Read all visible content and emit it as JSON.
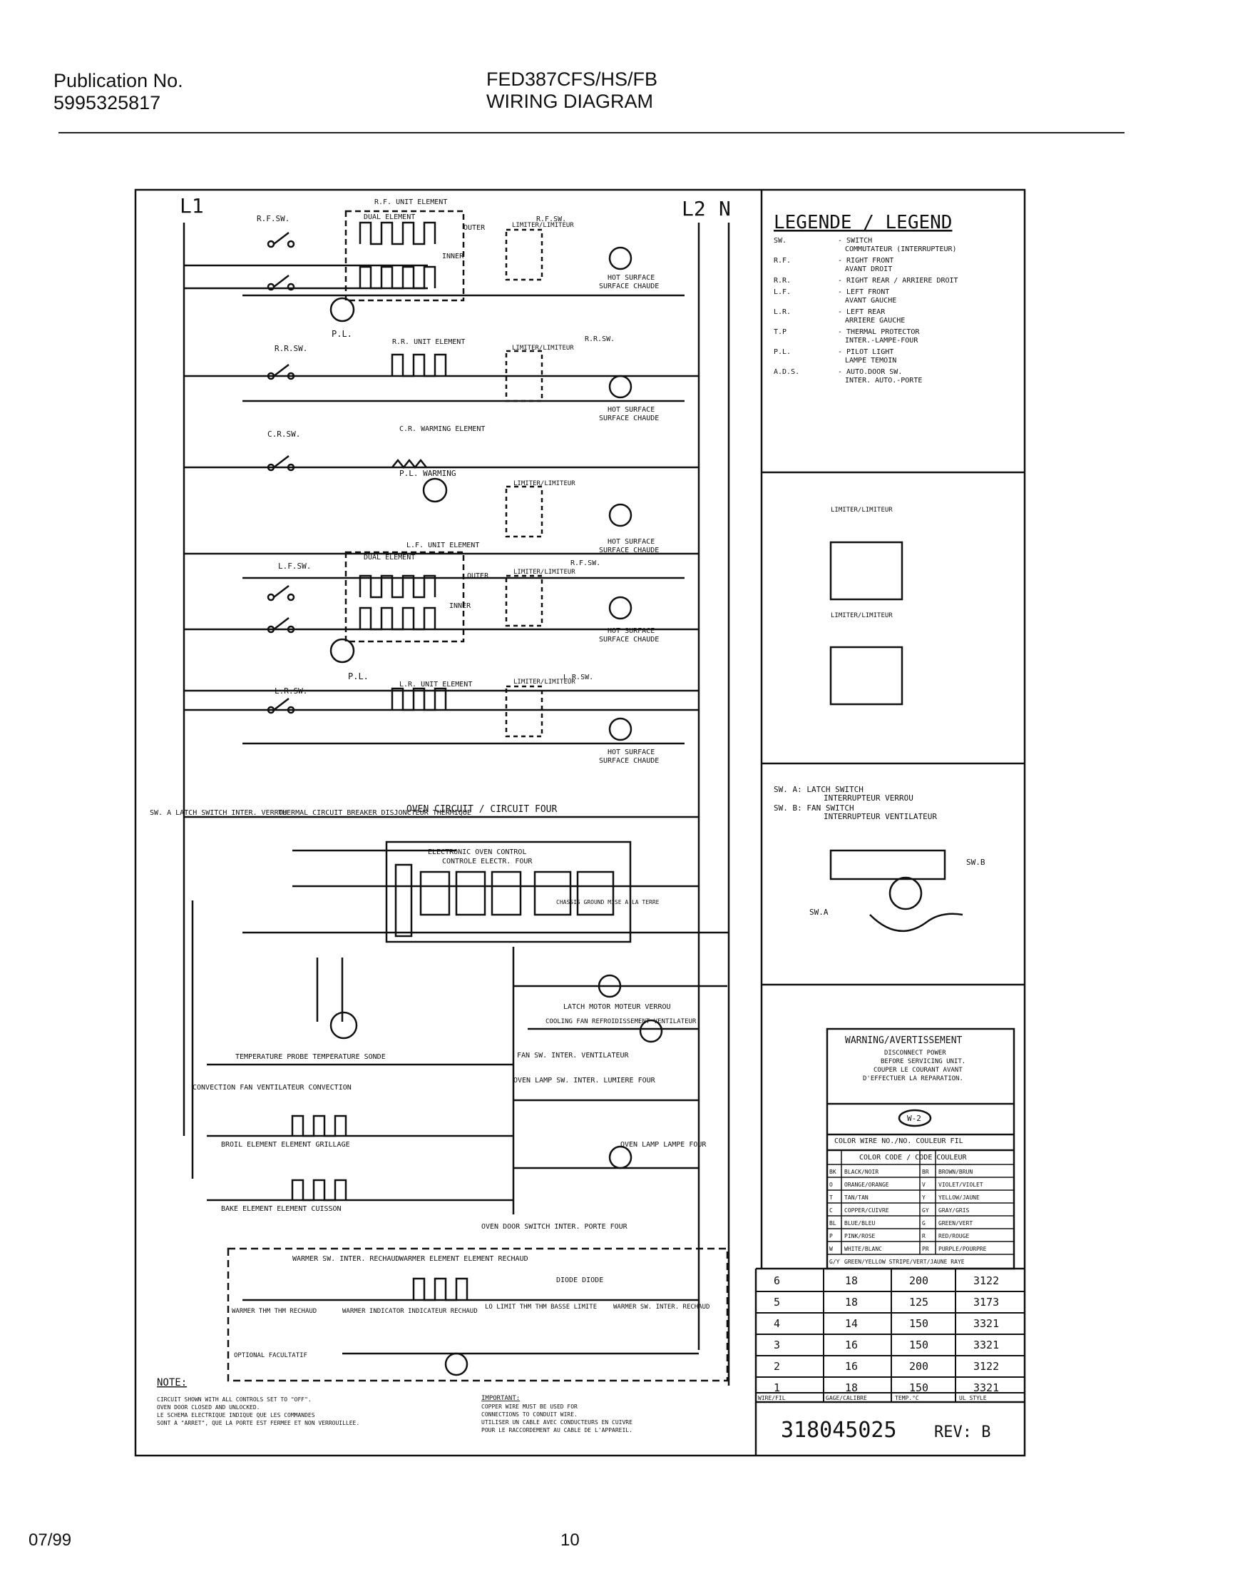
{
  "header": {
    "pub_label": "Publication No.",
    "pub_number": "5995325817",
    "model": "FED387CFS/HS/FB",
    "doc_title": "WIRING DIAGRAM"
  },
  "footer": {
    "date": "07/99",
    "page": "10"
  },
  "diagram": {
    "lines": {
      "l1": "L1",
      "l2": "L2",
      "n": "N"
    },
    "surface": {
      "rf_sw": "R.F.SW.",
      "rf_unit": "R.F. UNIT ELEMENT",
      "dual_element": "DUAL ELEMENT",
      "outer": "OUTER",
      "inner": "INNER",
      "pl": "P.L.",
      "rr_sw": "R.R.SW.",
      "rr_unit": "R.R. UNIT ELEMENT",
      "cr_sw": "C.R.SW.",
      "cr_warming": "C.R. WARMING ELEMENT",
      "pl_warming": "P.L. WARMING",
      "lf_sw": "L.F.SW.",
      "lf_unit": "L.F. UNIT ELEMENT",
      "lr_sw": "L.R.SW.",
      "lr_unit": "L.R. UNIT ELEMENT",
      "limiter": "LIMITER/LIMITEUR",
      "hot_surface": "HOT SURFACE",
      "surface_chaude": "SURFACE CHAUDE"
    },
    "oven": {
      "title": "OVEN CIRCUIT / CIRCUIT FOUR",
      "latch_sw": "SW. A LATCH SWITCH INTER. VERROU",
      "thermal_breaker": "THERMAL CIRCUIT BREAKER DISJONCTEUR THERMIQUE",
      "eoc": "ELECTRONIC OVEN CONTROL",
      "eoc_fr": "CONTROLE ELECTR. FOUR",
      "chassis": "CHASSIS GROUND MISE A LA TERRE",
      "latch_motor": "LATCH MOTOR MOTEUR VERROU",
      "cooling_fan": "COOLING FAN REFROIDISSEMENT VENTILATEUR",
      "fan_sw": "FAN SW. INTER. VENTILATEUR",
      "oven_lamp_sw": "OVEN LAMP SW. INTER. LUMIERE FOUR",
      "temp_probe": "TEMPERATURE PROBE TEMPERATURE SONDE",
      "convection_fan": "CONVECTION FAN VENTILATEUR CONVECTION",
      "broil": "BROIL ELEMENT ELEMENT GRILLAGE",
      "bake": "BAKE ELEMENT ELEMENT CUISSON",
      "oven_lamp": "OVEN LAMP LAMPE FOUR",
      "door_sw": "OVEN DOOR SWITCH INTER. PORTE FOUR"
    },
    "warmer": {
      "warmer_sw": "WARMER SW. INTER. RECHAUD",
      "warmer_element": "WARMER ELEMENT ELEMENT RECHAUD",
      "diode": "DIODE DIODE",
      "warmer_thm": "WARMER THM THM RECHAUD",
      "warmer_indicator": "WARMER INDICATOR INDICATEUR RECHAUD",
      "lo_limit": "LO LIMIT THM THM BASSE LIMITE",
      "warmer_sw2": "WARMER SW. INTER. RECHAUD",
      "optional": "OPTIONAL FACULTATIF"
    },
    "note": {
      "label": "NOTE:",
      "text1": "CIRCUIT SHOWN WITH ALL CONTROLS SET TO \"OFF\".",
      "text2": "OVEN DOOR CLOSED AND UNLOCKED.",
      "text3": "LE SCHEMA ELECTRIQUE INDIQUE QUE LES COMMANDES",
      "text4": "SONT A \"ARRET\", QUE LA PORTE EST FERMEE ET NON VERROUILLEE."
    },
    "important": {
      "label": "IMPORTANT:",
      "text1": "COPPER WIRE MUST BE USED FOR",
      "text2": "CONNECTIONS TO CONDUIT WIRE.",
      "text3": "UTILISER UN CABLE AVEC CONDUCTEURS EN CUIVRE",
      "text4": "POUR LE RACCORDEMENT AU CABLE DE L'APPAREIL."
    }
  },
  "legend": {
    "title": "LEGENDE / LEGEND",
    "entries": [
      {
        "abbr": "SW.",
        "desc": "- SWITCH",
        "desc2": "COMMUTATEUR (INTERRUPTEUR)"
      },
      {
        "abbr": "R.F.",
        "desc": "- RIGHT FRONT",
        "desc2": "AVANT DROIT"
      },
      {
        "abbr": "R.R.",
        "desc": "- RIGHT REAR / ARRIERE DROIT",
        "desc2": ""
      },
      {
        "abbr": "L.F.",
        "desc": "- LEFT FRONT",
        "desc2": "AVANT GAUCHE"
      },
      {
        "abbr": "L.R.",
        "desc": "- LEFT REAR",
        "desc2": "ARRIERE GAUCHE"
      },
      {
        "abbr": "T.P",
        "desc": "- THERMAL PROTECTOR",
        "desc2": "INTER.-LAMPE-FOUR"
      },
      {
        "abbr": "P.L.",
        "desc": "- PILOT LIGHT",
        "desc2": "LAMPE TEMOIN"
      },
      {
        "abbr": "A.D.S.",
        "desc": "- AUTO.DOOR SW.",
        "desc2": "INTER. AUTO.-PORTE"
      }
    ],
    "limiter_a": "LIMITER/LIMITEUR",
    "limiter_b": "LIMITER/LIMITEUR",
    "sw_a": "SW. A: LATCH SWITCH",
    "sw_a_fr": "INTERRUPTEUR VERROU",
    "sw_b": "SW. B: FAN SWITCH",
    "sw_b_fr": "INTERRUPTEUR VENTILATEUR",
    "label_swb": "SW.B",
    "label_swa": "SW.A"
  },
  "warning": {
    "title": "WARNING/AVERTISSEMENT",
    "l1": "DISCONNECT POWER",
    "l2": "BEFORE SERVICING UNIT.",
    "l3": "COUPER LE COURANT AVANT",
    "l4": "D'EFFECTUER LA REPARATION.",
    "badge": "W-2",
    "color_wire": "COLOR WIRE NO./NO. COULEUR FIL",
    "color_code_title": "COLOR CODE / CODE COULEUR",
    "codes": [
      [
        "BK",
        "BLACK/NOIR",
        "BR",
        "BROWN/BRUN"
      ],
      [
        "O",
        "ORANGE/ORANGE",
        "V",
        "VIOLET/VIOLET"
      ],
      [
        "T",
        "TAN/TAN",
        "Y",
        "YELLOW/JAUNE"
      ],
      [
        "C",
        "COPPER/CUIVRE",
        "GY",
        "GRAY/GRIS"
      ],
      [
        "BL",
        "BLUE/BLEU",
        "G",
        "GREEN/VERT"
      ],
      [
        "P",
        "PINK/ROSE",
        "R",
        "RED/ROUGE"
      ],
      [
        "W",
        "WHITE/BLANC",
        "PR",
        "PURPLE/POURPRE"
      ],
      [
        "G/Y",
        "GREEN/YELLOW STRIPE/VERT/JAUNE RAYE",
        "",
        ""
      ]
    ]
  },
  "wire_table": {
    "rows": [
      [
        "6",
        "18",
        "200",
        "3122"
      ],
      [
        "5",
        "18",
        "125",
        "3173"
      ],
      [
        "4",
        "14",
        "150",
        "3321"
      ],
      [
        "3",
        "16",
        "150",
        "3321"
      ],
      [
        "2",
        "16",
        "200",
        "3122"
      ],
      [
        "1",
        "18",
        "150",
        "3321"
      ]
    ],
    "headers": [
      "WIRE/FIL",
      "GAGE/CALIBRE",
      "TEMP.°C",
      "UL STYLE"
    ]
  },
  "part_number": "318045025",
  "rev": "REV: B"
}
